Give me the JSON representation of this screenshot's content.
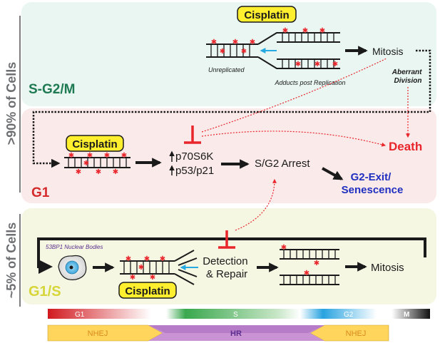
{
  "side_labels": {
    "top": ">90% of Cells",
    "bottom": "~5% of Cells"
  },
  "panels": {
    "sg2m": {
      "label": "S-G2/M",
      "color": "#1e7a52",
      "bg": "#e9f6f1"
    },
    "g1": {
      "label": "G1",
      "color": "#d42a2a",
      "bg": "#fbeaea"
    },
    "g1s": {
      "label": "G1/S",
      "color": "#d6d63a",
      "bg": "#f5f7e2"
    }
  },
  "drug": {
    "name": "Cisplatin",
    "badge_fill": "#ffef2e"
  },
  "labels": {
    "unreplicated": "Unreplicated",
    "adducts_post_replication": "Adducts post Replication",
    "mitosis": "Mitosis",
    "aberrant_division_line1": "Aberrant",
    "aberrant_division_line2": "Division",
    "death": "Death",
    "p70s6k": "p70S6K",
    "p53p21": "p53/p21",
    "sg2_arrest": "S/G2 Arrest",
    "g2_exit_line1": "G2-Exit/",
    "g2_exit_line2": "Senescence",
    "nuclear_bodies": "53BP1 Nuclear Bodies",
    "detection_line1": "Detection",
    "detection_line2": "& Repair",
    "mitosis_bottom": "Mitosis"
  },
  "colors": {
    "adduct": "#e8262b",
    "arrow_blue": "#27a9e1",
    "inhibit": "#e8262b",
    "exit_blue": "#1f2fbf"
  },
  "cell_cycle_bar": [
    "G1",
    "S",
    "G2",
    "M"
  ],
  "repair_bar": [
    "NHEJ",
    "HR",
    "NHEJ"
  ]
}
